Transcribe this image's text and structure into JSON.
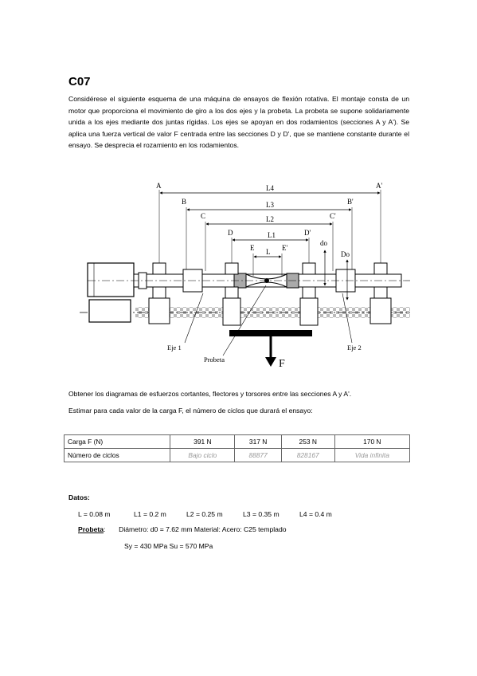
{
  "title": "C07",
  "intro": "Considérese el siguiente esquema de una máquina de ensayos de flexión rotativa. El montaje consta de un motor que proporciona el movimiento de giro a los dos ejes y la probeta. La probeta se supone solidariamente unida a los ejes mediante dos juntas rígidas. Los ejes se apoyan en dos rodamientos (secciones A y A'). Se aplica una fuerza vertical de valor F centrada entre las secciones D y D', que se mantiene constante durante el ensayo. Se desprecia el rozamiento en los rodamientos.",
  "figure": {
    "section_labels": [
      "A",
      "B",
      "C",
      "D",
      "E",
      "E'",
      "D'",
      "C'",
      "B'",
      "A'"
    ],
    "dim_labels": [
      "L",
      "L1",
      "L2",
      "L3",
      "L4"
    ],
    "diameter_labels": [
      "do",
      "Do"
    ],
    "eje1": "Eje 1",
    "eje2": "Eje 2",
    "probeta": "Probeta",
    "force": "F"
  },
  "question1": "Obtener los diagramas de esfuerzos cortantes, flectores y torsores entre las secciones A y A'.",
  "question2": "Estimar para cada valor de la carga F, el número de ciclos que durará el ensayo:",
  "table": {
    "row1_label": "Carga F (N)",
    "loads": [
      "391 N",
      "317 N",
      "253 N",
      "170 N"
    ],
    "row2_label": "Número de ciclos",
    "cycles": [
      "Bajo ciclo",
      "88877",
      "828167",
      "Vida infinita"
    ]
  },
  "datos": {
    "heading": "Datos:",
    "lengths": [
      "L = 0.08 m",
      "L1 = 0.2 m",
      "L2 = 0.25 m",
      "L3 = 0.35 m",
      "L4 = 0.4 m"
    ],
    "probeta_label": "Probeta",
    "probeta_text": "Diámetro: d0 = 7.62 mm     Material: Acero: C25 templado",
    "material_props": "Sy = 430 MPa  Su = 570 MPa"
  }
}
